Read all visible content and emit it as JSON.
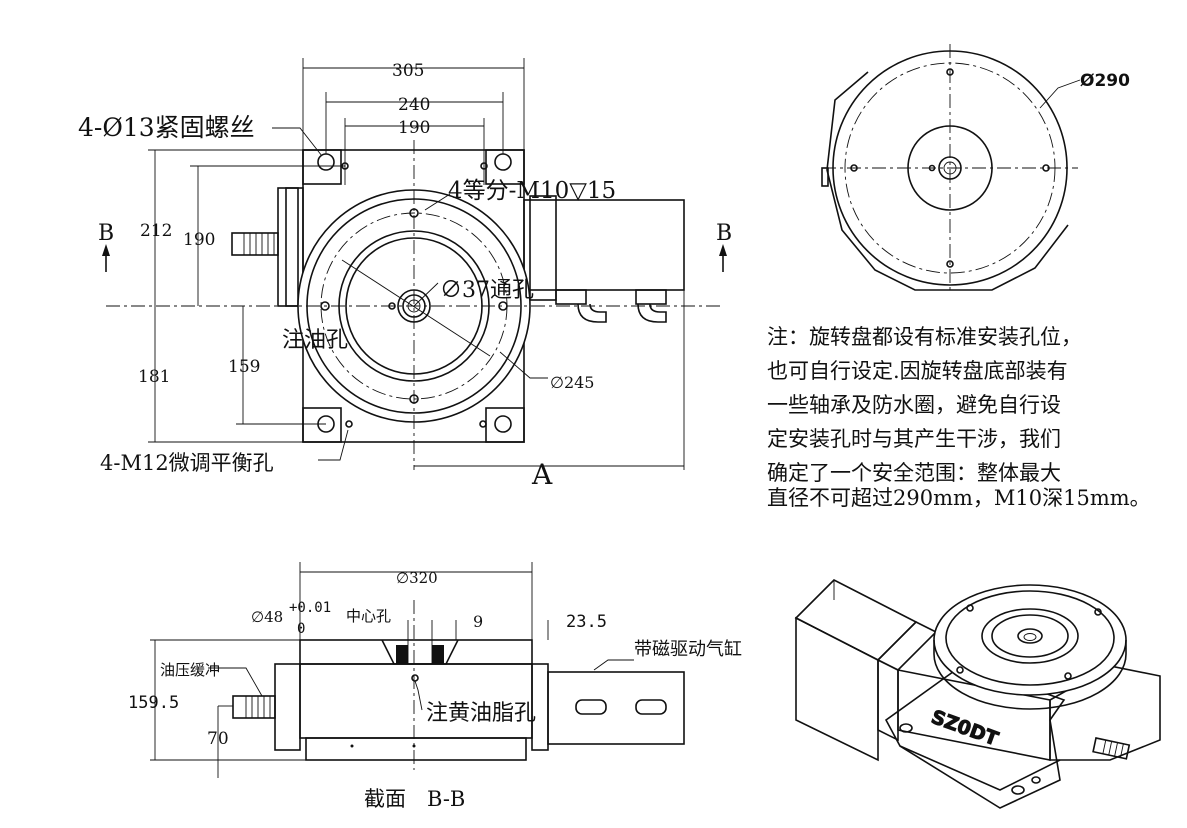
{
  "dimensions": {
    "d305": "305",
    "d240": "240",
    "d190_top": "190",
    "d212": "212",
    "d190_left": "190",
    "d181": "181",
    "d159": "159",
    "d245": "∅245",
    "d290": "Ø290",
    "d320": "∅320",
    "d48": "∅48",
    "tol_upper": "+0.01",
    "tol_lower": "0",
    "d9": "9",
    "d23_5": "23.5",
    "d159_5": "159.5",
    "d70": "70"
  },
  "labels": {
    "fix_screws": "4-Ø13紧固螺丝",
    "m10_holes": "4等分-M10▽15",
    "through_hole": "∅37通孔",
    "oil_hole": "注油孔",
    "adjust_holes": "4-M12微调平衡孔",
    "section_b_left": "B",
    "section_b_right": "B",
    "view_a": "A",
    "center_hole": "中心孔",
    "oil_buffer": "油压缓冲",
    "grease_hole": "注黄油脂孔",
    "magnetic_cylinder": "带磁驱动气缸",
    "section_title": "截面　B-B",
    "nameplate": "SZ0DT"
  },
  "note": {
    "lines": [
      "注：旋转盘都设有标准安装孔位，",
      "也可自行设定.因旋转盘底部装有",
      "一些轴承及防水圈，避免自行设",
      "定安装孔时与其产生干涉，我们",
      "确定了一个安全范围：整体最大",
      "直径不可超过290mm，M10深15mm。"
    ]
  }
}
